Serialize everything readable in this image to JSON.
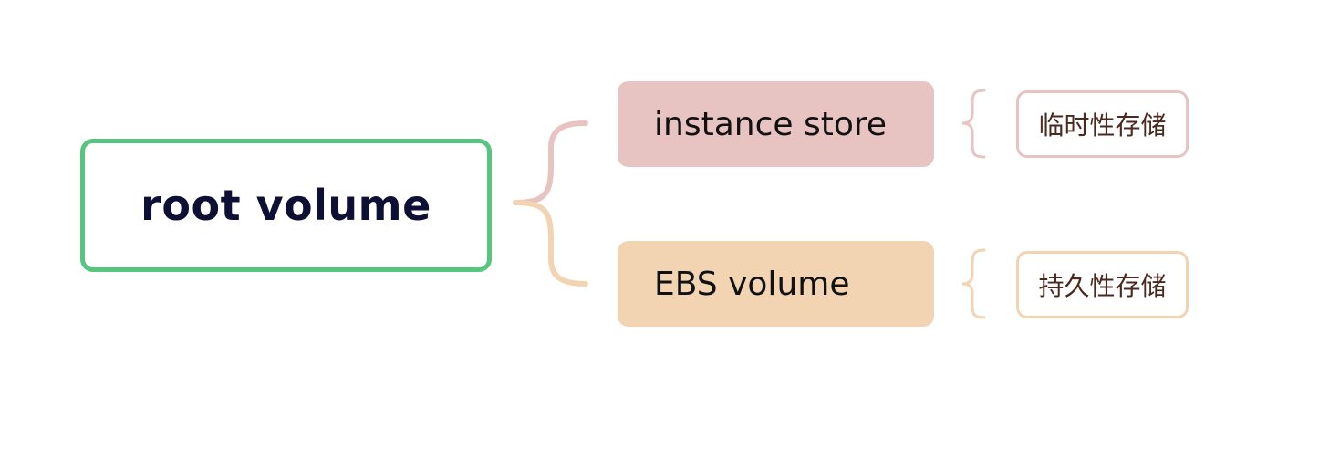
{
  "root": {
    "label": "root volume",
    "border_color": "#55c57f"
  },
  "branches": [
    {
      "label": "instance store",
      "fill_color": "#e7c3c1",
      "leaf": {
        "label": "临时性存储",
        "border_color": "#e7c3c1"
      }
    },
    {
      "label": "EBS volume",
      "fill_color": "#f2d4b3",
      "leaf": {
        "label": "持久性存储",
        "border_color": "#f2d4b3"
      }
    }
  ]
}
